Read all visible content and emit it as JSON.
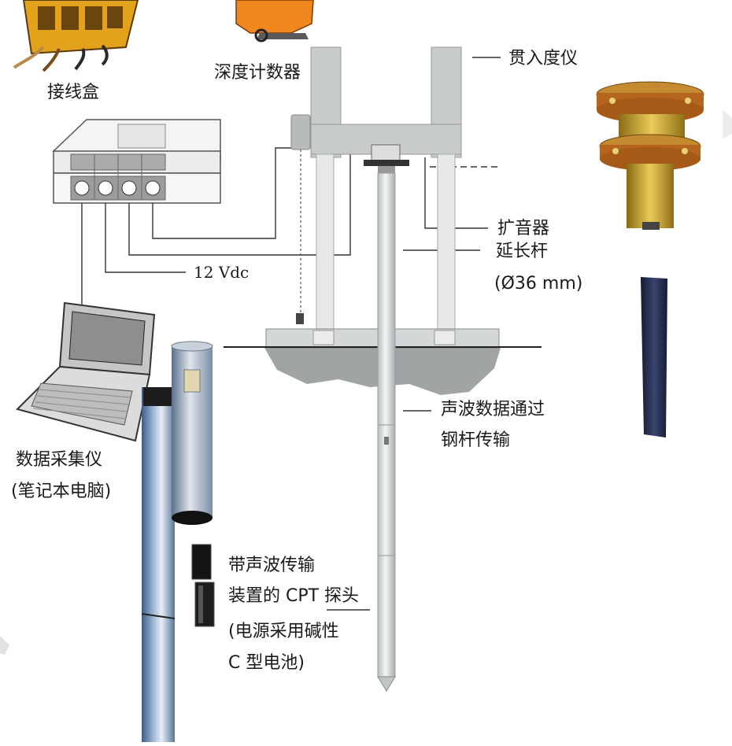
{
  "labels": {
    "junction_box": "接线盒",
    "depth_counter": "深度计数器",
    "penetrometer": "贯入度仪",
    "amplifier": "扩音器",
    "extension_rod": "延长杆",
    "rod_diameter": "(Ø36 mm)",
    "voltage": "12 Vdc",
    "acoustic_line1": "声波数据通过",
    "acoustic_line2": "钢杆传输",
    "logger_line1": "数据采集仪",
    "logger_line2": "(笔记本电脑)",
    "probe_line1": "带声波传输",
    "probe_line2": "装置的 CPT 探头",
    "probe_line3": "(电源采用碱性",
    "probe_line4": "C 型电池)"
  },
  "colors": {
    "frame": "#c7cacb",
    "frame_shadow": "#9ea2a4",
    "ground": "#9fa3a4",
    "line": "#333333",
    "brass": "#c9a435",
    "copper": "#b5651d",
    "orange": "#f08c1e",
    "steel_blue": "#6f8fb2",
    "dark_rod": "#1f2540"
  },
  "icons": {
    "junction_box": "junction-box-photo",
    "depth_counter": "depth-counter-photo",
    "laptop": "laptop-icon",
    "probe": "cpt-probe-photo",
    "battery": "battery-icon",
    "connector": "brass-connector-photo"
  }
}
